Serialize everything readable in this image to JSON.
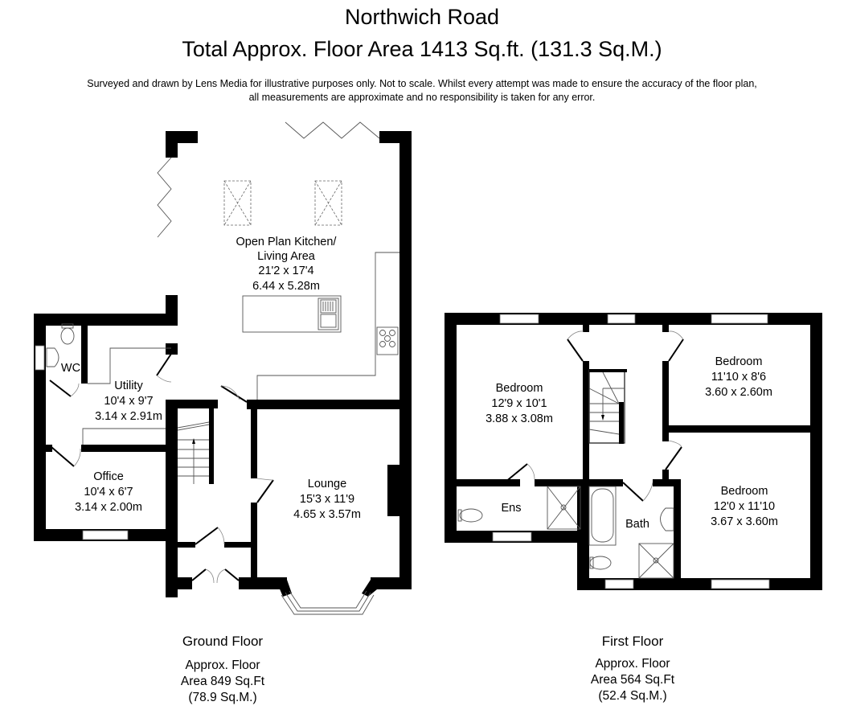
{
  "header": {
    "title": "Northwich Road",
    "total_area": "Total Approx. Floor Area 1413 Sq.ft. (131.3 Sq.M.)",
    "disclaimer_line1": "Surveyed and drawn by Lens Media for illustrative purposes only. Not to scale. Whilst every attempt was made to ensure the accuracy of the floor plan,",
    "disclaimer_line2": "all measurements are approximate and no responsibility is taken for any error."
  },
  "ground_floor": {
    "caption": "Ground Floor",
    "area_line1": "Approx. Floor",
    "area_line2": "Area 849 Sq.Ft",
    "area_line3": "(78.9 Sq.M.)",
    "rooms": {
      "kitchen": {
        "name_line1": "Open Plan Kitchen/",
        "name_line2": "Living Area",
        "imperial": "21'2 x 17'4",
        "metric": "6.44 x 5.28m"
      },
      "utility": {
        "name": "Utility",
        "imperial": "10'4 x 9'7",
        "metric": "3.14 x 2.91m"
      },
      "wc": {
        "name": "WC"
      },
      "office": {
        "name": "Office",
        "imperial": "10'4 x 6'7",
        "metric": "3.14 x 2.00m"
      },
      "lounge": {
        "name": "Lounge",
        "imperial": "15'3 x 11'9",
        "metric": "4.65 x 3.57m"
      }
    }
  },
  "first_floor": {
    "caption": "First Floor",
    "area_line1": "Approx. Floor",
    "area_line2": "Area 564 Sq.Ft",
    "area_line3": "(52.4 Sq.M.)",
    "rooms": {
      "bedroom1": {
        "name": "Bedroom",
        "imperial": "12'9 x 10'1",
        "metric": "3.88 x 3.08m"
      },
      "bedroom2": {
        "name": "Bedroom",
        "imperial": "11'10 x 8'6",
        "metric": "3.60 x 2.60m"
      },
      "bedroom3": {
        "name": "Bedroom",
        "imperial": "12'0 x 11'10",
        "metric": "3.67 x 3.60m"
      },
      "ensuite": {
        "name": "Ens"
      },
      "bath": {
        "name": "Bath"
      }
    }
  }
}
